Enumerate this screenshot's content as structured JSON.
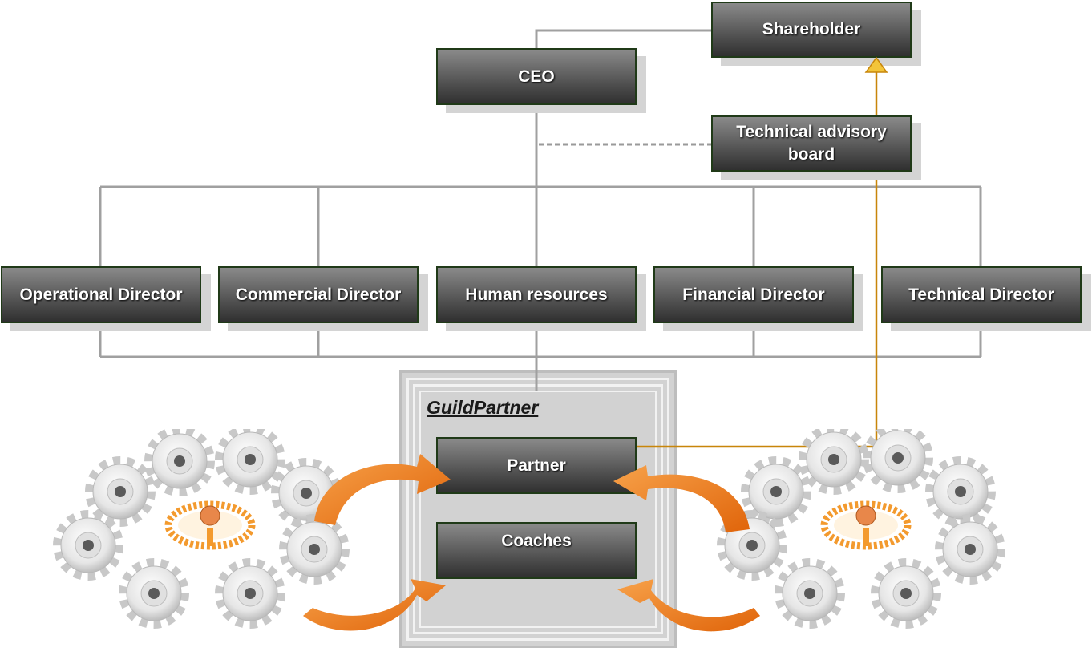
{
  "nodes": {
    "shareholder": "Shareholder",
    "ceo": "CEO",
    "advisory_line1": "Technical advisory",
    "advisory_line2": "board",
    "operational": "Operational Director",
    "commercial": "Commercial Director",
    "human_resources": "Human resources",
    "financial": "Financial Director",
    "technical": "Technical Director",
    "partner": "Partner",
    "coaches": "Coaches"
  },
  "group": {
    "title": "GuildPartner"
  },
  "colors": {
    "node_fill": "#4a4a4a",
    "node_border": "#203a18",
    "connector": "#a0a0a0",
    "link_line": "#c8860a",
    "arrow": "#f07f1a",
    "gear": "#e6e6e6",
    "people": "#f39a2e"
  },
  "icons": [
    "gear-cluster-icon",
    "people-circle-icon",
    "curved-arrow-icon",
    "triangle-arrow-icon"
  ]
}
